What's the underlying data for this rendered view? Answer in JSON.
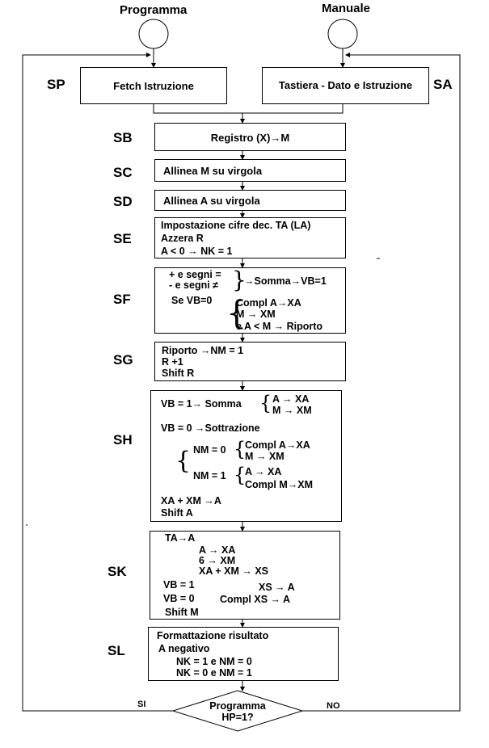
{
  "top": {
    "programma": "Programma",
    "manuale": "Manuale"
  },
  "labels": {
    "sp": "SP",
    "sa": "SA",
    "sb": "SB",
    "sc": "SC",
    "sd": "SD",
    "se": "SE",
    "sf": "SF",
    "sg": "SG",
    "sh": "SH",
    "sk": "SK",
    "sl": "SL"
  },
  "sp": "Fetch Istruzione",
  "sa": "Tastiera - Dato e Istruzione",
  "sb": "Registro (X)→M",
  "sc": "Allinea M  su  virgola",
  "sd": "Allinea A  su  virgola",
  "se": [
    "Impostazione cifre dec. TA (LA)",
    "Azzera R",
    "A < 0 → NK = 1"
  ],
  "sf": {
    "l1": "+ e segni =",
    "l2": "- e segni ≠",
    "l3": "→Somma→VB=1",
    "l4": "Se VB=0",
    "l5": "Compl  A→XA",
    "l6": "M → XM",
    "l7": "e  A < M → Riporto"
  },
  "sg": [
    "Riporto →NM = 1",
    "R +1",
    "Shift R"
  ],
  "sh": {
    "l1": "VB = 1→ Somma",
    "l1a": "A  → XA",
    "l1b": "M  → XM",
    "l2": "VB = 0 →Sottrazione",
    "l3": "NM = 0",
    "l3a": "Compl  A→XA",
    "l3b": "M → XM",
    "l4": "NM = 1",
    "l4a": "A → XA",
    "l4b": "Compl    M→XM",
    "l5": "XA + XM →A",
    "l6": "Shift A"
  },
  "sk": {
    "l1": "TA→A",
    "l2": "A → XA",
    "l3": "6 → XM",
    "l4": "XA + XM → XS",
    "l5": "VB = 1",
    "l5a": "XS → A",
    "l6": "VB = 0",
    "l6a": "Compl XS → A",
    "l7": "Shift M"
  },
  "sl": [
    "Formattazione risultato",
    "A negativo",
    "NK = 1 e NM = 0",
    "NK = 0 e NM = 1"
  ],
  "decision": {
    "l1": "Programma",
    "l2": "HP=1?",
    "si": "SI",
    "no": "NO"
  }
}
